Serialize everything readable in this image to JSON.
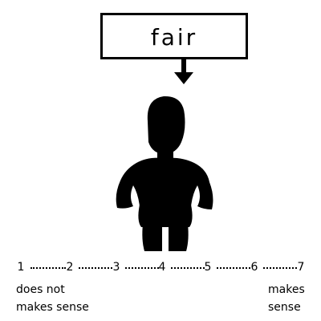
{
  "prompt_word": "fair",
  "rating_scale": {
    "points": [
      "1",
      "2",
      "3",
      "4",
      "5",
      "6",
      "7"
    ],
    "left_anchor": {
      "line1": "does not",
      "line2": "makes sense"
    },
    "right_anchor": {
      "line1": "makes",
      "line2": "sense"
    }
  },
  "icons": {
    "pointer": "down-arrow-icon",
    "figure": "person-silhouette-icon"
  },
  "colors": {
    "ink": "#000000",
    "background": "#ffffff"
  }
}
